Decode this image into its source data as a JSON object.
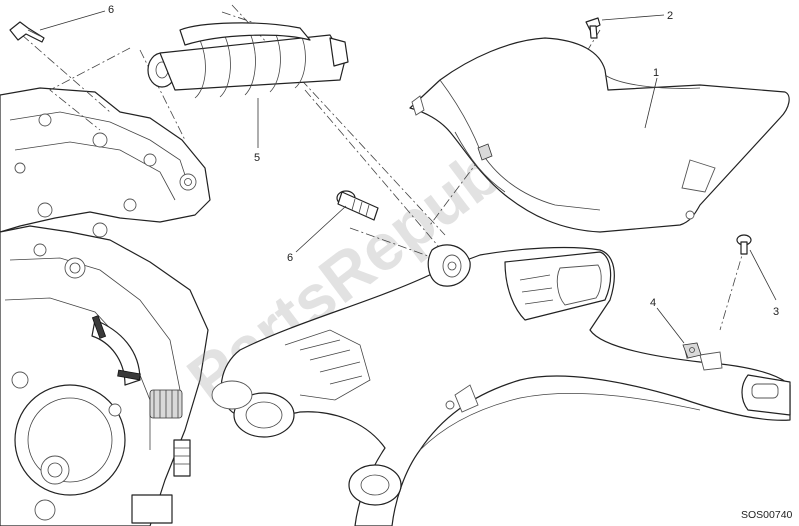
{
  "watermark": {
    "text": "PartsRepublik",
    "logo_icon": "gear-icon",
    "color": "#969696"
  },
  "diagram_code": "SOS00740",
  "callouts": [
    {
      "id": "1",
      "label": "1",
      "part": "chain-guard"
    },
    {
      "id": "2",
      "label": "2",
      "part": "top-screw"
    },
    {
      "id": "3",
      "label": "3",
      "part": "lower-screw"
    },
    {
      "id": "4",
      "label": "4",
      "part": "clip-nut"
    },
    {
      "id": "5",
      "label": "5",
      "part": "rear-shock-absorber"
    },
    {
      "id": "6a",
      "label": "6",
      "part": "upper-shock-bolt"
    },
    {
      "id": "6b",
      "label": "6",
      "part": "lower-shock-bolt"
    }
  ],
  "colors": {
    "line": "#222222",
    "shade": "#d9d9d9",
    "background": "#ffffff"
  }
}
